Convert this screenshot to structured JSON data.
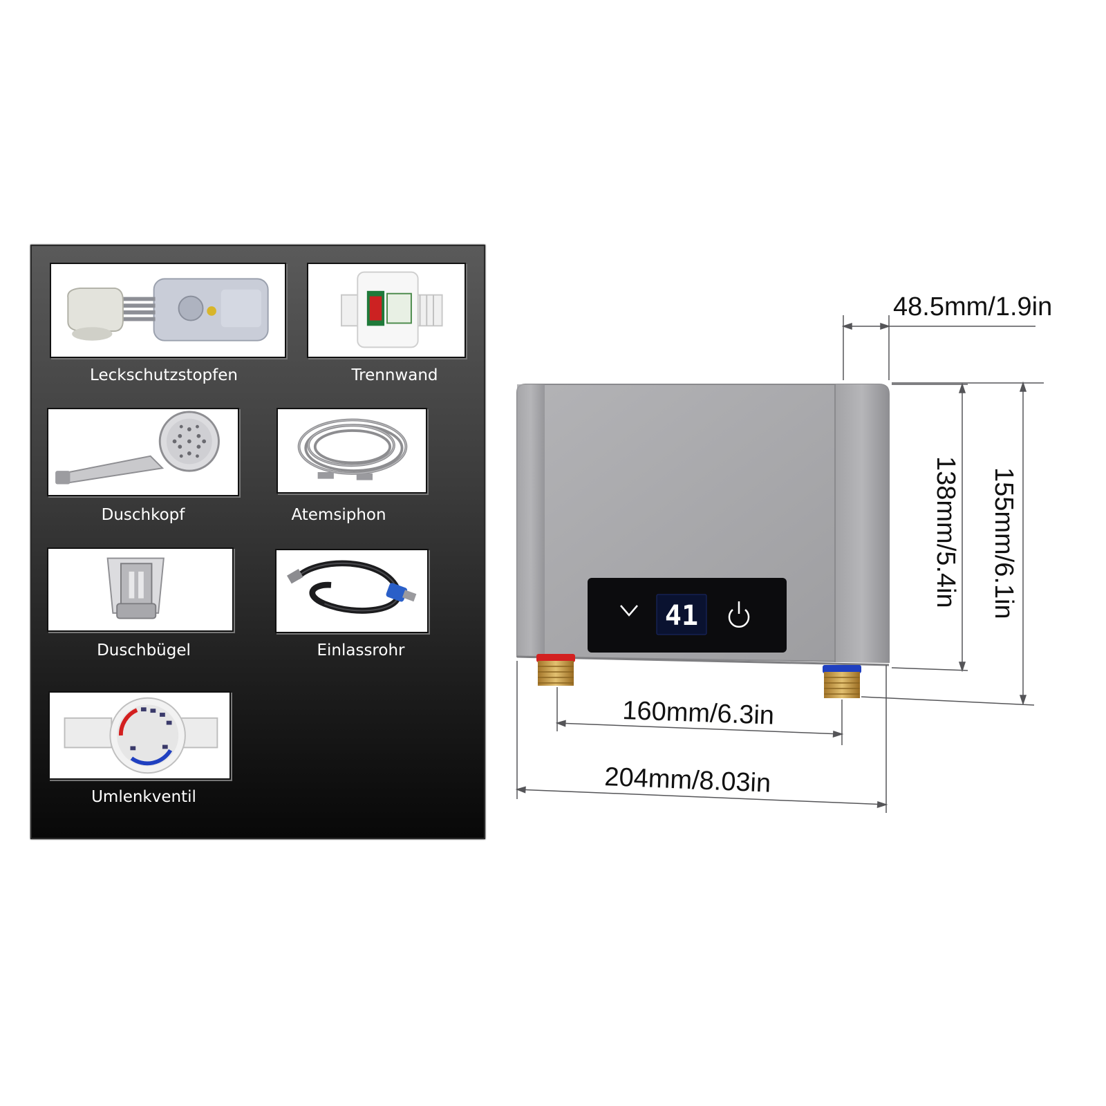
{
  "accessories": [
    {
      "label": "Leckschutzstopfen",
      "icon": "leakage-protection-plug-icon"
    },
    {
      "label": "Trennwand",
      "icon": "partition-fitting-icon"
    },
    {
      "label": "Duschkopf",
      "icon": "shower-head-icon"
    },
    {
      "label": "Atemsiphon",
      "icon": "flexible-hose-icon"
    },
    {
      "label": "Duschbügel",
      "icon": "shower-bracket-icon"
    },
    {
      "label": "Einlassrohr",
      "icon": "inlet-pipe-icon"
    },
    {
      "label": "Umlenkventil",
      "icon": "diverter-valve-icon"
    }
  ],
  "heater": {
    "display_value": "41",
    "dimensions": {
      "depth": "48.5mm/1.9in",
      "inner_height": "138mm/5.4in",
      "total_height": "155mm/6.1in",
      "pipe_spacing": "160mm/6.3in",
      "width": "204mm/8.03in"
    }
  },
  "colors": {
    "panel_top": "#5a5a5a",
    "panel_bottom": "#080808",
    "heater_body": "#a9a9ab",
    "display_bg": "#0c0c0e",
    "display_digits": "#ffffff",
    "hot_water_marker": "#d32020",
    "cold_water_marker": "#2040c0",
    "fitting_brass": "#c9a24a"
  }
}
